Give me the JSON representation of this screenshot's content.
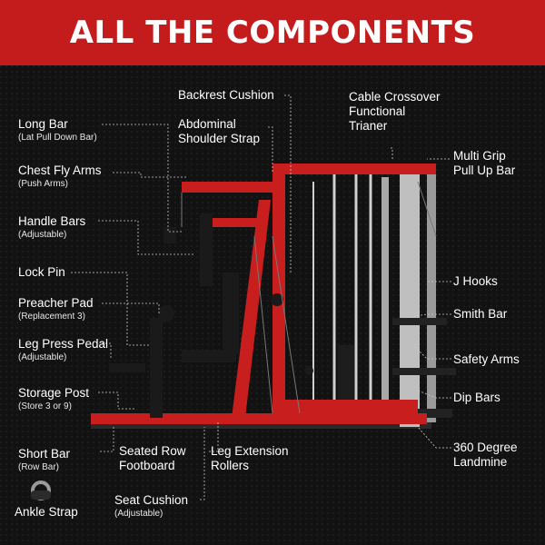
{
  "title": "ALL THE COMPONENTS",
  "colors": {
    "banner": "#c41c1c",
    "frame": "#c81e1e",
    "background": "#121212"
  },
  "labels": {
    "backrest_cushion": {
      "title": "Backrest Cushion"
    },
    "cable_crossover": {
      "title_1": "Cable Crossover",
      "title_2": "Functional",
      "title_3": "Trianer"
    },
    "long_bar": {
      "title": "Long Bar",
      "sub": "(Lat Pull Down Bar)"
    },
    "abdominal_strap": {
      "title_1": "Abdominal",
      "title_2": "Shoulder Strap"
    },
    "multi_grip": {
      "title_1": "Multi Grip",
      "title_2": "Pull Up Bar"
    },
    "chest_fly": {
      "title": "Chest Fly Arms",
      "sub": "(Push Arms)"
    },
    "handle_bars": {
      "title": "Handle Bars",
      "sub": "(Adjustable)"
    },
    "lock_pin": {
      "title": "Lock Pin"
    },
    "j_hooks": {
      "title": "J Hooks"
    },
    "preacher_pad": {
      "title": "Preacher Pad",
      "sub": "(Replacement 3)"
    },
    "smith_bar": {
      "title": "Smith Bar"
    },
    "leg_press": {
      "title": "Leg Press Pedal",
      "sub": "(Adjustable)"
    },
    "safety_arms": {
      "title": "Safety Arms"
    },
    "storage_post": {
      "title": "Storage Post",
      "sub": "(Store 3 or 9)"
    },
    "dip_bars": {
      "title": "Dip Bars"
    },
    "short_bar": {
      "title": "Short Bar",
      "sub": "(Row Bar)"
    },
    "seated_row": {
      "title_1": "Seated Row",
      "title_2": "Footboard"
    },
    "leg_extension": {
      "title_1": "Leg Extension",
      "title_2": "Rollers"
    },
    "landmine": {
      "title_1": "360 Degree",
      "title_2": "Landmine"
    },
    "ankle_strap": {
      "title": "Ankle Strap"
    },
    "seat_cushion": {
      "title": "Seat Cushion",
      "sub": "(Adjustable)"
    }
  }
}
